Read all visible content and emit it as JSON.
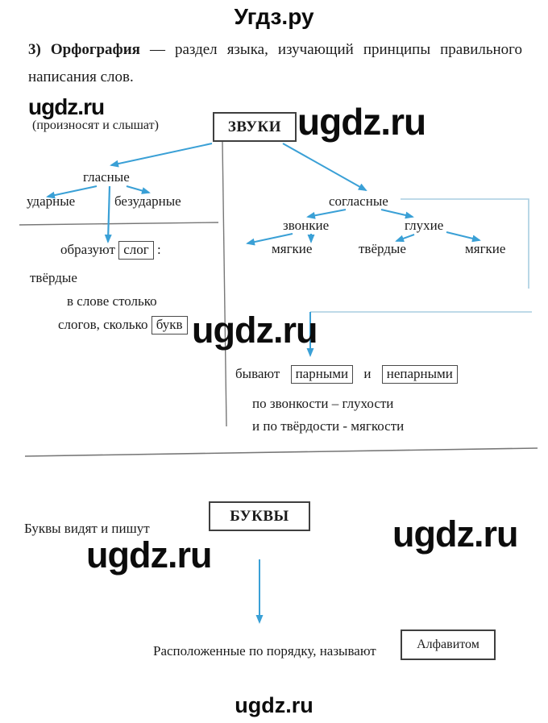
{
  "colors": {
    "arrow_blue": "#3aa0d6",
    "connector_blue": "#a8cde0",
    "line_gray": "#777777",
    "box_border": "#3f3f3f",
    "text": "#1b1b1b"
  },
  "header": {
    "site": "Угдз.ру"
  },
  "watermark": {
    "text": "ugdz.ru"
  },
  "intro": {
    "numbered_term": "3) Орфография",
    "definition_line1": "— раздел языка, изучающий принципы правильного",
    "definition_line2": "написания слов."
  },
  "sounds": {
    "note": "(произносят и слышат)",
    "title": "ЗВУКИ",
    "vowels": {
      "label": "гласные",
      "stressed": "ударные",
      "unstressed": "безударные",
      "form_pre": "образуют",
      "form_boxed": "слог",
      "form_post": ":",
      "hard_note": "твёрдые",
      "syllables_line1": "в слове столько",
      "syllables_line2_pre": "слогов, сколько",
      "syllables_line2_boxed": "букв"
    },
    "consonants": {
      "label": "согласные",
      "voiced": "звонкие",
      "voiceless": "глухие",
      "voiced_soft": "мягкие",
      "voiceless_hard": "твёрдые",
      "voiceless_soft": "мягкие",
      "pairs_pre": "бывают",
      "pairs_boxed1": "парными",
      "pairs_conj": "и",
      "pairs_boxed2": "непарными",
      "pairs_line2": "по звонкости – глухости",
      "pairs_line3": "и по твёрдости - мягкости"
    }
  },
  "letters": {
    "title": "БУКВЫ",
    "note": "Буквы видят и пишут",
    "order_text": "Расположенные по порядку, называют",
    "order_box": "Алфавитом"
  },
  "footer": {
    "site": "ugdz.ru"
  }
}
